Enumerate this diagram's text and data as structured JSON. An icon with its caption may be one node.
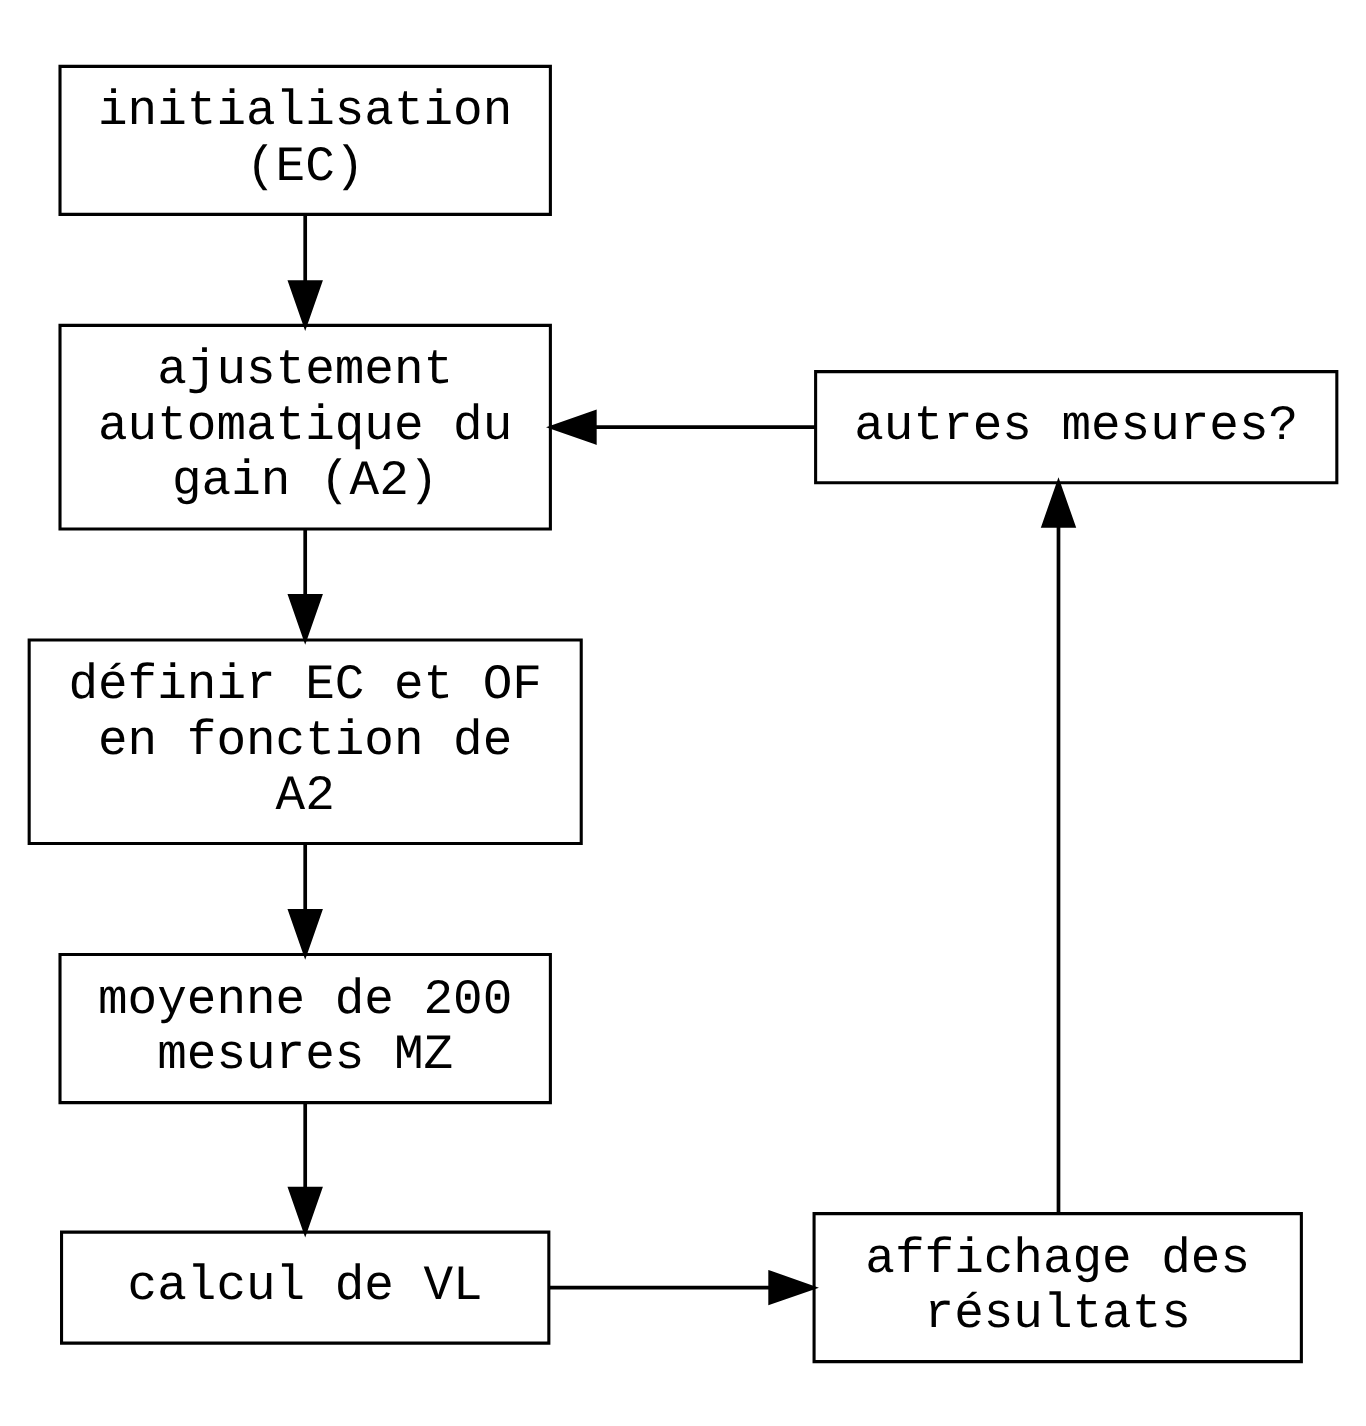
{
  "diagram": {
    "nodes": [
      {
        "text": [
          "initialisation (EC)"
        ]
      },
      {
        "text": [
          "ajustement automatique du gain (A2)"
        ]
      },
      {
        "text": [
          "définir EC et OF en fonction de A2"
        ]
      },
      {
        "text": [
          "moyenne de 200 mesures MZ"
        ]
      },
      {
        "text": [
          "calcul de VL"
        ]
      },
      {
        "text": [
          "affichage des résultats"
        ]
      },
      {
        "text": [
          "autres mesures?"
        ]
      }
    ],
    "edges": [
      {
        "from": 0,
        "to": 1,
        "arrow": "to"
      },
      {
        "from": 1,
        "to": 2,
        "arrow": "to"
      },
      {
        "from": 2,
        "to": 3,
        "arrow": "to"
      },
      {
        "from": 3,
        "to": 4,
        "arrow": "to"
      },
      {
        "from": 4,
        "to": 5,
        "arrow": "to"
      },
      {
        "from": 5,
        "to": 6,
        "arrow": "to"
      },
      {
        "from": 6,
        "to": 1,
        "arrow": "to"
      }
    ]
  }
}
